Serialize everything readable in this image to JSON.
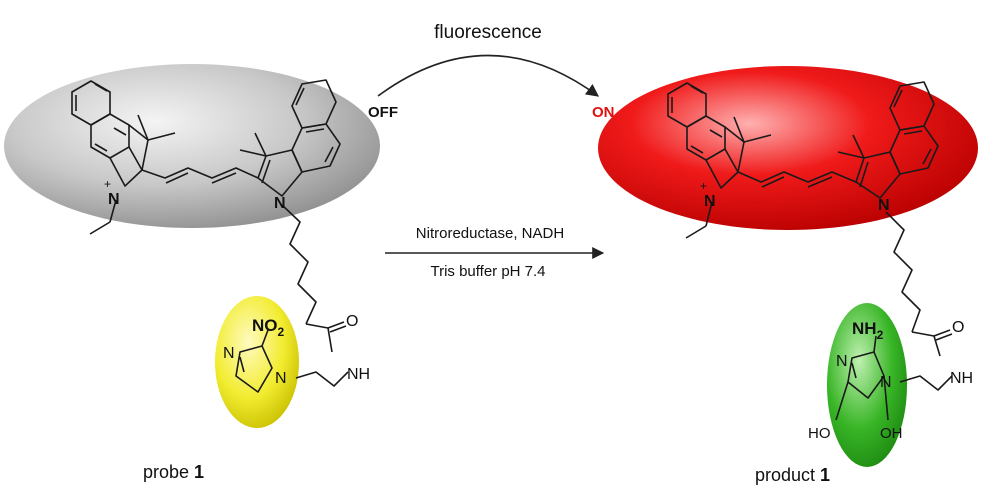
{
  "reaction": {
    "fluorescence_label": "fluorescence",
    "off_label": "OFF",
    "on_label": "ON",
    "condition_1": "Nitroreductase, NADH",
    "condition_2": "Tris buffer pH 7.4"
  },
  "probe": {
    "name_prefix": "probe ",
    "name_number": "1",
    "nitro_main": "NO",
    "nitro_sub": "2",
    "atom_n_plus": "N",
    "atom_n_right": "N",
    "charge": "+",
    "ring_n1": "N",
    "ring_n2": "N",
    "amide_o": "O",
    "amide_nh": "NH"
  },
  "product": {
    "name_prefix": "product ",
    "name_number": "1",
    "amine_main": "NH",
    "amine_sub": "2",
    "atom_n_plus": "N",
    "atom_n_right": "N",
    "charge": "+",
    "ring_n1": "N",
    "ring_n2": "N",
    "amide_o": "O",
    "amide_nh": "NH",
    "hydroxyl_1": "HO",
    "hydroxyl_2": "OH"
  },
  "colors": {
    "probe_ellipse": "#a9a9a9",
    "product_ellipse": "#e00000",
    "nitro_ellipse": "#f0ea3a",
    "amine_ellipse": "#33b523",
    "on_text": "#e01010"
  }
}
